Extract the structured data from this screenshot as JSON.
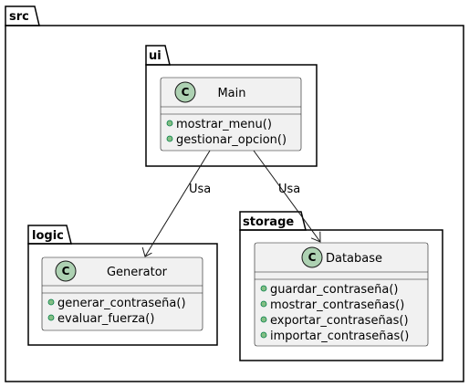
{
  "packages": {
    "root": {
      "label": "src"
    },
    "ui": {
      "label": "ui"
    },
    "logic": {
      "label": "logic"
    },
    "storage": {
      "label": "storage"
    }
  },
  "classes": {
    "main": {
      "stereotype": "C",
      "name": "Main",
      "methods": [
        "mostrar_menu()",
        "gestionar_opcion()"
      ]
    },
    "generator": {
      "stereotype": "C",
      "name": "Generator",
      "methods": [
        "generar_contraseña()",
        "evaluar_fuerza()"
      ]
    },
    "database": {
      "stereotype": "C",
      "name": "Database",
      "methods": [
        "guardar_contraseña()",
        "mostrar_contraseñas()",
        "exportar_contraseñas()",
        "importar_contraseñas()"
      ]
    }
  },
  "relations": {
    "main_to_generator": {
      "label": "Usa"
    },
    "main_to_database": {
      "label": "Usa"
    }
  },
  "colors": {
    "class_fill": "#f1f1f1",
    "class_icon": "#add1b2",
    "method_dot": "#84be84"
  }
}
